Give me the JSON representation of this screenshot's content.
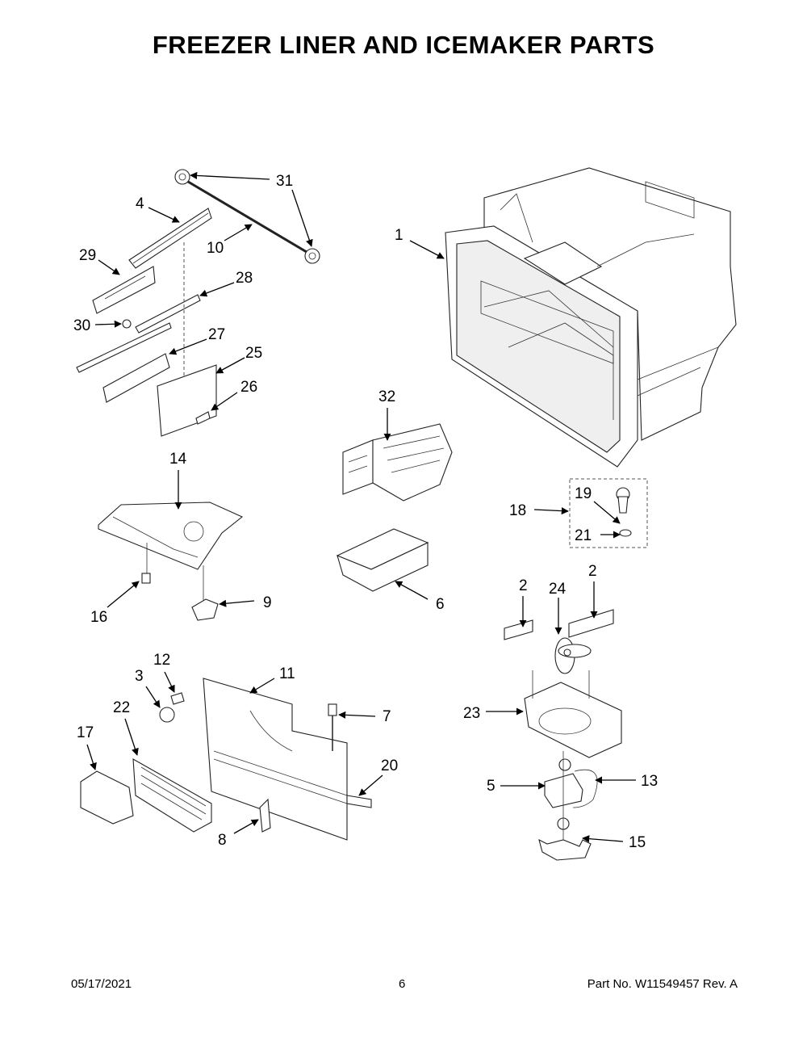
{
  "title": "FREEZER LINER AND ICEMAKER PARTS",
  "footer": {
    "date": "05/17/2021",
    "page": "6",
    "part_no": "Part No.  W11549457  Rev.  A"
  },
  "callouts": {
    "c1": "1",
    "c2a": "2",
    "c2b": "2",
    "c3": "3",
    "c4": "4",
    "c5": "5",
    "c6": "6",
    "c7": "7",
    "c8": "8",
    "c9": "9",
    "c10": "10",
    "c11": "11",
    "c12": "12",
    "c13": "13",
    "c14": "14",
    "c15": "15",
    "c16": "16",
    "c17": "17",
    "c18": "18",
    "c19": "19",
    "c20": "20",
    "c21": "21",
    "c22": "22",
    "c23": "23",
    "c24": "24",
    "c25": "25",
    "c26": "26",
    "c27": "27",
    "c28": "28",
    "c29": "29",
    "c30": "30",
    "c31": "31",
    "c32": "32"
  }
}
